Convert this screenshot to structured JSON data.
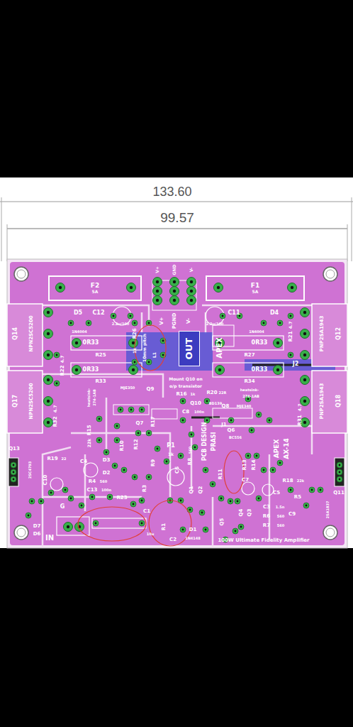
{
  "diagram": {
    "nodes": [
      {
        "text": [
          "F2",
          "5A"
        ]
      },
      {
        "text": [
          "F1",
          "5A"
        ]
      },
      {
        "text": [
          "OUT"
        ]
      }
    ],
    "labels": [
      "133.60",
      "99.57",
      "V+",
      "GND",
      "V-",
      "D5",
      "1N4004",
      "C12",
      "2.2u/100",
      "C11",
      "2.2u/100",
      "D4",
      "1N4004",
      "NPN2SC5200",
      "Q14",
      "NPN2SC5200",
      "Q17",
      "PNP2SA1943",
      "Q12",
      "PNP2SA1943",
      "Q18",
      "0R33",
      "R25",
      "0R33",
      "R33",
      "R26",
      "1k",
      "10mm pitch",
      "L1",
      "0R33",
      "R27",
      "0R33",
      "R34",
      "R21",
      "4.7",
      "R22",
      "4.7",
      "J2",
      "Mount Q10 on",
      "o/p transistor",
      "R16",
      "1k",
      "R20",
      "22R",
      "heatsink-",
      "274-1AB",
      "Q10",
      "BD139",
      "C8",
      "100n",
      "Q8",
      "MJE340",
      "J1",
      "Q9",
      "MJE350",
      "heatsink-",
      "274-1AB",
      "R31",
      "4.7",
      "R32",
      "4.7",
      "R15",
      "22k",
      "D3",
      "D2",
      "Q7",
      "R10",
      "R12",
      "R17",
      "P1",
      "1k",
      "C6",
      "R9",
      "R8",
      "560",
      "R3",
      "R4",
      "560",
      "C4",
      "R19",
      "22",
      "C10",
      "Q13",
      "2SC4793",
      "D7",
      "D6",
      "C13",
      "100n",
      "R23",
      "C1",
      "10u",
      "R1",
      "C2",
      "Q1",
      "Q2",
      "D1",
      "1N4148",
      "PCB DESIGN",
      "PRASI",
      "R11",
      "Q6",
      "BC556",
      "R13",
      "R14",
      "Q5",
      "Q4",
      "Q3",
      "C7",
      "C5",
      "C3",
      "1.5n",
      "R6",
      "560",
      "R7",
      "560",
      "R18",
      "22k",
      "R5",
      "C9",
      "APEX",
      "AX-14",
      "100W Ultimate Fidelity Amplifier",
      "Q11",
      "2SA1837",
      "IN",
      "G",
      "PGND",
      "V+",
      "V-",
      "APEX"
    ]
  }
}
